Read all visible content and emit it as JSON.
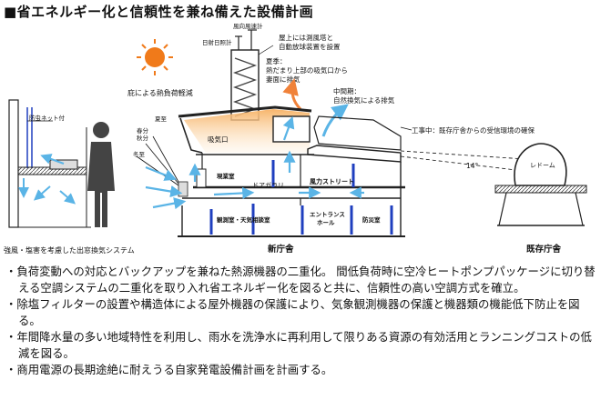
{
  "title": "■省エネルギー化と信頼性を兼ね備えた設備計画",
  "labels": {
    "anemometer": "風向風速計",
    "sunshine": "日射日照計",
    "roof_note_1": "屋上には測風塔と",
    "roof_note_2": "自動放球装置を設置",
    "summer_1": "夏季：",
    "summer_2": "熱だまり上部の吸気口から",
    "summer_3": "妻面に排気",
    "eave": "庇による熱負荷軽減",
    "mid_1": "中間期：",
    "mid_2": "自然換気による排気",
    "construction": "工事中：既存庁舎からの受信環境の確保",
    "insect_net": "防虫ネット付",
    "summer_solstice": "夏至",
    "equinox_1": "春分",
    "equinox_2": "秋分",
    "winter_solstice": "冬至",
    "intake": "吸気口",
    "office": "現業室",
    "wind_street": "風力ストリート",
    "door_gallery": "ドアガラリ",
    "obs_room": "観測室・天気相談室",
    "entrance_1": "エントランス",
    "entrance_2": "ホール",
    "disaster_room": "防災室",
    "radome": "レドーム",
    "angle": "14°",
    "window_caption": "強風・塩害を考慮した出窓換気システム",
    "new_building": "新庁舎",
    "existing_building": "既存庁舎"
  },
  "bullets": [
    "・負荷変動への対応とバックアップを兼ねた熱源機器の二重化。 間低負荷時に空冷ヒートポンプパッケージに切り替える空調システムの二重化を取り入れ省エネルギー化を図ると共に、信頼性の高い空調方式を確立。",
    "・除塩フィルターの設置や構造体による屋外機器の保護により、気象観測機器の保護と機器類の機能低下防止を図る。",
    "・年間降水量の多い地域特性を利用し、雨水を洗浄水に再利用して限りある資源の有効活用とランニングコストの低減を図る。",
    "・商用電源の長期途絶に耐えうる自家発電設備計画を計画する。"
  ],
  "colors": {
    "sun": "#f07a1a",
    "hot_arrow": "#f0823a",
    "cool_arrow": "#5ab4e6",
    "blue_column": "#1f3fbf",
    "warm_fill": "#f9c98a"
  }
}
